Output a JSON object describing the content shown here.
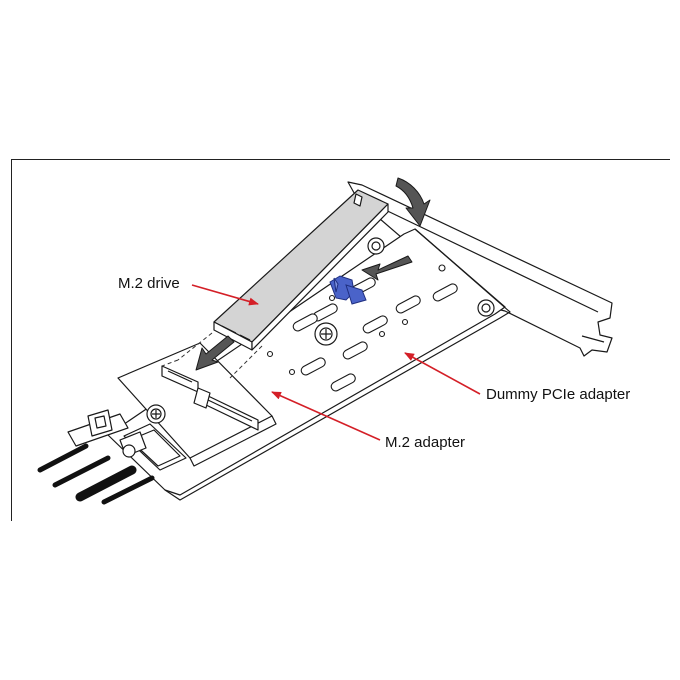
{
  "callouts": {
    "m2_drive": "M.2 drive",
    "dummy_pcie_adapter": "Dummy PCIe adapter",
    "m2_adapter": "M.2 adapter"
  },
  "colors": {
    "line": "#1a1a1a",
    "drive_fill": "#d4d4d4",
    "board_fill": "#ffffff",
    "retainer": "#4a63c9",
    "callout_arrow": "#d41f27",
    "motion_arrow": "#333333"
  },
  "icons": {
    "retainer": "latch-retainer-icon",
    "motion": "arrow-icon",
    "screw": "screw-icon"
  }
}
